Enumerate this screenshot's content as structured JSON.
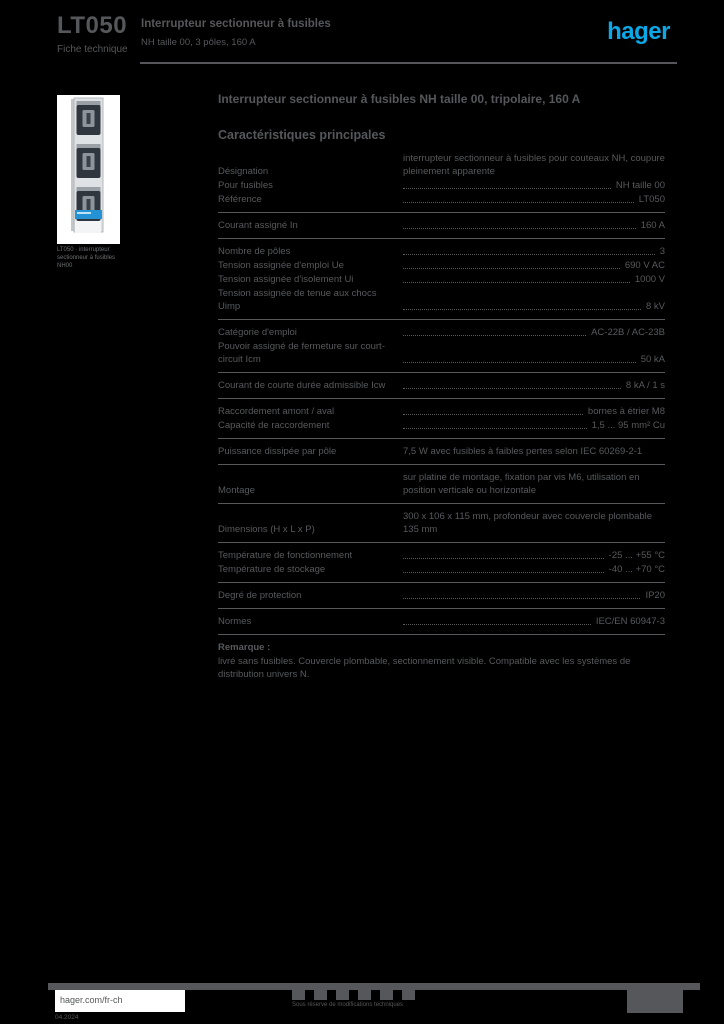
{
  "page": {
    "background": "#000000",
    "text_color": "#57595c",
    "accent_blue": "#0ba7e6",
    "line_color": "#55575a"
  },
  "header": {
    "reference": "LT050",
    "doc_type": "Fiche technique",
    "product_line1": "Interrupteur sectionneur à fusibles",
    "product_line2": "NH taille 00, 3 pôles, 160 A",
    "logo_text": "hager"
  },
  "product": {
    "caption": "LT050 · interrupteur sectionneur à fusibles NH00"
  },
  "main": {
    "title": "Interrupteur sectionneur à fusibles NH taille 00, tripolaire, 160 A",
    "section_heading": "Caractéristiques principales",
    "groups": [
      {
        "rows": [
          {
            "label": "Désignation",
            "value": "interrupteur sectionneur à fusibles pour couteaux NH, coupure pleinement apparente",
            "long": true
          },
          {
            "label": "Pour fusibles",
            "value": "NH taille 00",
            "leader": true
          },
          {
            "label": "Référence",
            "value": "LT050",
            "leader": true
          }
        ]
      },
      {
        "rows": [
          {
            "label": "Courant assigné In",
            "value": "160 A",
            "leader": true
          }
        ]
      },
      {
        "rows": [
          {
            "label": "Nombre de pôles",
            "value": "3",
            "leader": true
          },
          {
            "label": "Tension assignée d'emploi Ue",
            "value": "690 V AC",
            "leader": true
          },
          {
            "label": "Tension assignée d'isolement Ui",
            "value": "1000 V",
            "leader": true
          },
          {
            "label": "Tension assignée de tenue aux chocs Uimp",
            "value": "8 kV",
            "leader": true
          }
        ]
      },
      {
        "rows": [
          {
            "label": "Catégorie d'emploi",
            "value": "AC-22B / AC-23B",
            "leader": true
          },
          {
            "label": "Pouvoir assigné de fermeture sur court-circuit Icm",
            "value": "50 kA",
            "leader": true
          }
        ]
      },
      {
        "rows": [
          {
            "label": "Courant de courte durée admissible Icw",
            "value": "8 kA / 1 s",
            "leader": true
          }
        ]
      },
      {
        "rows": [
          {
            "label": "Raccordement amont / aval",
            "value": "bornes à étrier M8",
            "leader": true
          },
          {
            "label": "Capacité de raccordement",
            "value": "1,5 ... 95 mm² Cu",
            "leader": true
          }
        ]
      },
      {
        "rows": [
          {
            "label": "Puissance dissipée par pôle",
            "value": "7,5 W avec fusibles à faibles pertes selon IEC 60269-2-1",
            "long": true
          }
        ]
      },
      {
        "rows": [
          {
            "label": "Montage",
            "value": "sur platine de montage, fixation par vis M6, utilisation en position verticale ou horizontale",
            "long": true
          }
        ]
      },
      {
        "rows": [
          {
            "label": "Dimensions (H x L x P)",
            "value": "300 x 106 x 115 mm, profondeur avec couvercle plombable 135 mm",
            "long": true
          }
        ]
      },
      {
        "rows": [
          {
            "label": "Température de fonctionnement",
            "value": "-25 ... +55 °C",
            "leader": true
          },
          {
            "label": "Température de stockage",
            "value": "-40 ... +70 °C",
            "leader": true
          }
        ]
      },
      {
        "rows": [
          {
            "label": "Degré de protection",
            "value": "IP20",
            "leader": true
          }
        ]
      },
      {
        "rows": [
          {
            "label": "Normes",
            "value": "IEC/EN 60947-3",
            "leader": true
          }
        ]
      }
    ],
    "note_label": "Remarque :",
    "note_text": "livré sans fusibles. Couvercle plombable, sectionnement visible. Compatible avec les systèmes de distribution univers N."
  },
  "footer": {
    "website": "hager.com/fr-ch",
    "edition": "04.2024",
    "cert_caption": "Sous réserve de modifications techniques",
    "cert_icon_count": 6
  }
}
